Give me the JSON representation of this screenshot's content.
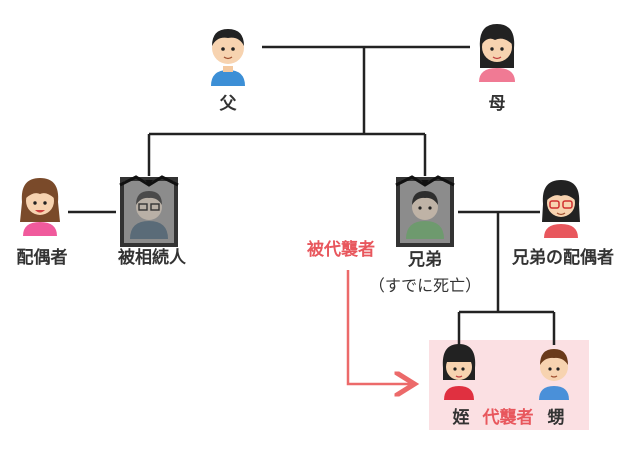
{
  "labels": {
    "father": "父",
    "mother": "母",
    "spouse": "配偶者",
    "decedent": "被相続人",
    "sibling": "兄弟",
    "sibling_note": "（すでに死亡）",
    "sibling_spouse": "兄弟の配偶者",
    "represented": "被代襲者",
    "niece": "姪",
    "substitute": "代襲者",
    "nephew": "甥"
  },
  "colors": {
    "line": "#222222",
    "arrow": "#ec6a6a",
    "highlight_bg": "#fbe0e3",
    "accent_text": "#e8575d",
    "portrait_frame": "#333333",
    "portrait_bg": "#8c8c8c"
  },
  "icons": {
    "father": "man-blue-shirt-icon",
    "mother": "woman-pink-shirt-icon",
    "spouse": "woman-pink-top-icon",
    "decedent": "memorial-portrait-glasses-man-icon",
    "sibling": "memorial-portrait-man-icon",
    "sibling_spouse": "woman-glasses-icon",
    "niece": "girl-red-shirt-icon",
    "nephew": "boy-blue-shirt-icon"
  }
}
